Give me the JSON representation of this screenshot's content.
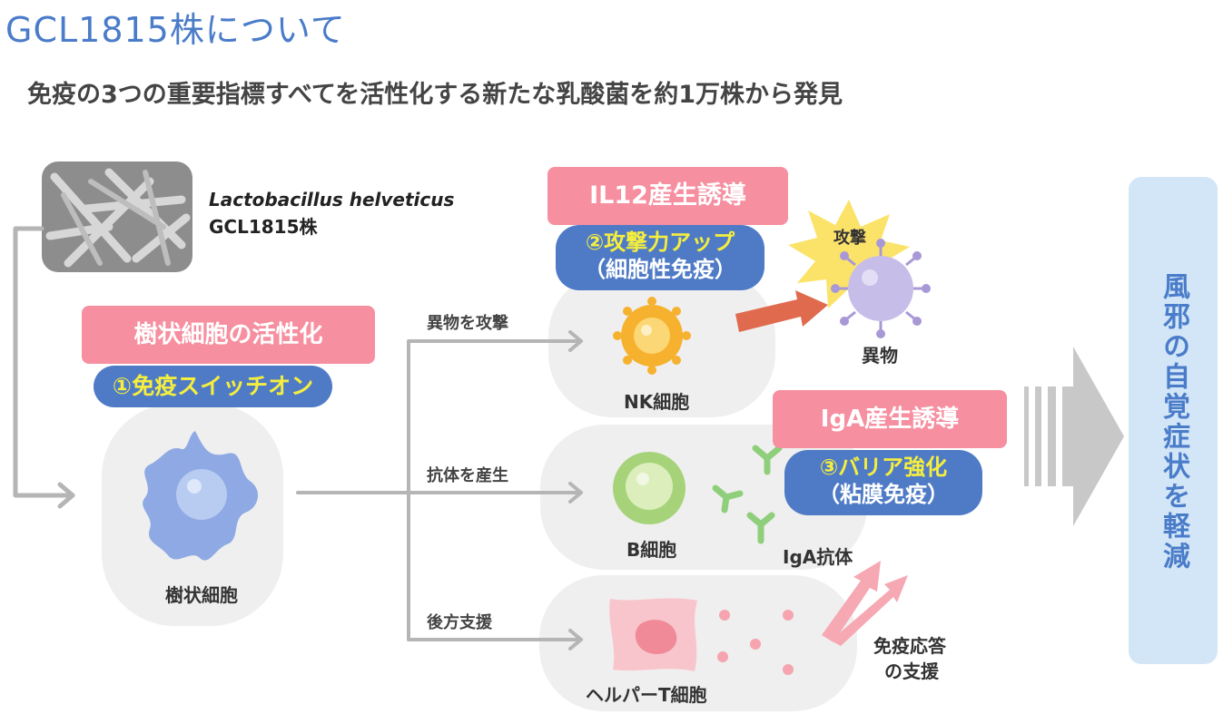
{
  "title": "GCL1815株について",
  "subtitle": "免疫の3つの重要指標すべてを活性化する新たな乳酸菌を約1万株から発見",
  "species": {
    "scientific_name": "Lactobacillus helveticus",
    "strain": "GCL1815株"
  },
  "dendritic": {
    "pink_label": "樹状細胞の活性化",
    "switch_label": "①免疫スイッチオン",
    "cell_caption": "樹状細胞"
  },
  "pathways": {
    "attack_label": "異物を攻撃",
    "antibody_label": "抗体を産生",
    "support_label": "後方支援"
  },
  "nk": {
    "pink_label": "IL12産生誘導",
    "boost_line1": "②攻撃力アップ",
    "boost_line2": "（細胞性免疫）",
    "cell_caption": "NK細胞",
    "attack_word": "攻撃",
    "foreign_caption": "異物"
  },
  "bcell": {
    "pink_label": "IgA産生誘導",
    "boost_line1": "③バリア強化",
    "boost_line2": "（粘膜免疫）",
    "cell_caption": "B細胞",
    "antibody_caption": "IgA抗体"
  },
  "helper": {
    "cell_caption": "ヘルパーT細胞",
    "support_line1": "免疫応答",
    "support_line2": "の支援"
  },
  "result": {
    "text": "風邪の自覚症状を軽減"
  },
  "colors": {
    "title_blue": "#4a7cc9",
    "pink": "#f68fa0",
    "badge_blue": "#4f7bc6",
    "badge_text_yellow": "#f5ee3e",
    "result_bg": "#d3e6f7",
    "arrow_gray": "#b5b5b5"
  }
}
